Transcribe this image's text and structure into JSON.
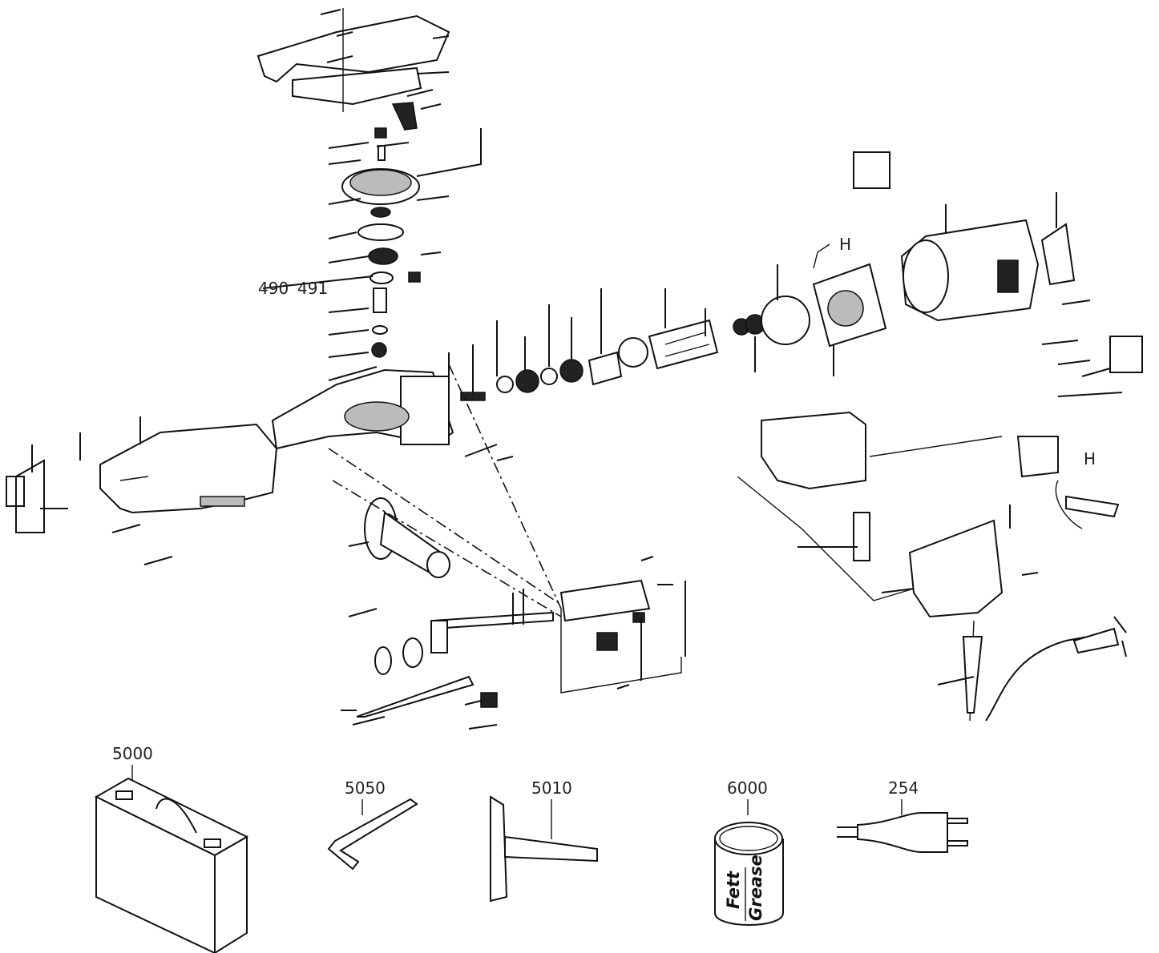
{
  "diagram": {
    "type": "exploded parts drawing",
    "labels": {
      "part_490": "490",
      "part_491": "491",
      "marker_h_motor": "H",
      "marker_h_handle": "H",
      "case": "5000",
      "hex_key": "5050",
      "tool_5010": "5010",
      "grease": "6000",
      "plug": "254"
    },
    "grease_can_text": {
      "line1": "Fett",
      "line2": "Grease"
    }
  }
}
